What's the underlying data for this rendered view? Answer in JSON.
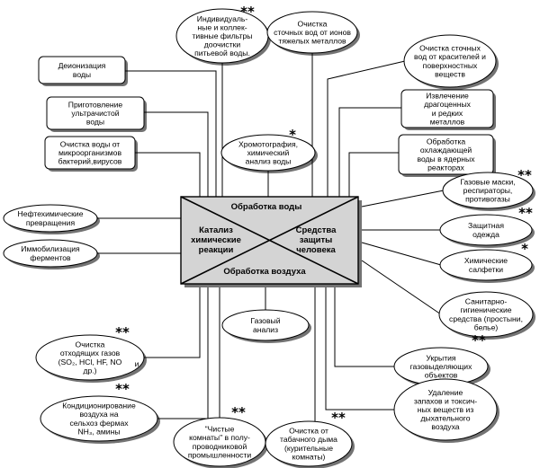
{
  "center": {
    "top": "Обработка воды",
    "left": "Катализ химические реакции",
    "right": "Средства защиты человека",
    "bottom": "Обработка воздуха"
  },
  "nodes": [
    {
      "id": "individual-filters",
      "lines": [
        "Индивидуаль-",
        "ные и коллек-",
        "тивные фильтры",
        "доочистки",
        "питьевой воды."
      ],
      "mark": "**"
    },
    {
      "id": "heavy-metals",
      "lines": [
        "Очистка",
        "сточных вод от ионов",
        "тяжелых металлов"
      ],
      "mark": ""
    },
    {
      "id": "dyes-removal",
      "lines": [
        "Очистка сточных",
        "вод от красителей и",
        "поверхностных",
        "веществ"
      ],
      "mark": ""
    },
    {
      "id": "deionization",
      "lines": [
        "Деионизация",
        "воды"
      ],
      "mark": ""
    },
    {
      "id": "ultrapure-water",
      "lines": [
        "Приготовление",
        "ультрачистой",
        "воды"
      ],
      "mark": ""
    },
    {
      "id": "precious-metals",
      "lines": [
        "Извлечение",
        "драгоценных",
        "и редких",
        "металлов"
      ],
      "mark": ""
    },
    {
      "id": "microorganisms",
      "lines": [
        "Очистка воды от",
        "микроорганизмов",
        "бактерий,вирусов"
      ],
      "mark": ""
    },
    {
      "id": "chromatography",
      "lines": [
        "Хромотография,",
        "химический",
        "анализ воды"
      ],
      "mark": "*"
    },
    {
      "id": "reactor-cooling",
      "lines": [
        "Обработка",
        "охлаждающей",
        "воды в ядерных",
        "реакторах"
      ],
      "mark": ""
    },
    {
      "id": "gas-masks",
      "lines": [
        "Газовые маски,",
        "респираторы,",
        "противогазы"
      ],
      "mark": "**"
    },
    {
      "id": "petrochemical",
      "lines": [
        "Нефтехимические",
        "превращения"
      ],
      "mark": ""
    },
    {
      "id": "protective-clothing",
      "lines": [
        "Защитная",
        "одежда"
      ],
      "mark": "**"
    },
    {
      "id": "enzyme-immobilization",
      "lines": [
        "Иммобилизация",
        "ферментов"
      ],
      "mark": ""
    },
    {
      "id": "chemical-wipes",
      "lines": [
        "Химические",
        "салфетки"
      ],
      "mark": "*"
    },
    {
      "id": "sanitary-products",
      "lines": [
        "Санитарно-",
        "гигиенические",
        "средства (простыни,",
        "белье)"
      ],
      "mark": ""
    },
    {
      "id": "gas-analysis",
      "lines": [
        "Газовый",
        "анализ"
      ],
      "mark": ""
    },
    {
      "id": "exhaust-gases",
      "lines": [
        "Очистка",
        "отходящих газов",
        "(SO₂, HCl, HF, NO",
        "др.)"
      ],
      "mark": "**",
      "extra": "и"
    },
    {
      "id": "gas-releasing-covers",
      "lines": [
        "Укрытия",
        "газовыделяющих",
        "объектов"
      ],
      "mark": "**"
    },
    {
      "id": "farm-air",
      "lines": [
        "Кондиционирование",
        "воздуха на",
        "сельхоз фермах",
        "NH₃, амины"
      ],
      "mark": "**"
    },
    {
      "id": "odor-removal",
      "lines": [
        "Удаление",
        "запахов и токсич-",
        "ных веществ из",
        "дыхательного",
        "воздуха"
      ],
      "mark": ""
    },
    {
      "id": "clean-rooms",
      "lines": [
        "\"Чистые",
        "комнаты\" в полу-",
        "проводниковой",
        "промышленности"
      ],
      "mark": "**"
    },
    {
      "id": "tobacco-smoke",
      "lines": [
        "Очистка от",
        "табачного дыма",
        "(курительные",
        "комнаты)"
      ],
      "mark": "**"
    }
  ]
}
